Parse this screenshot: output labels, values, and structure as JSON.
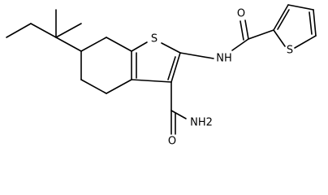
{
  "molecule": {
    "atom_labels": {
      "ring_sulfur": "S",
      "thiophene_sulfur": "S",
      "amide_nitrogen": "NH",
      "amide_oxygen": "O",
      "carboxamide_oxygen": "O",
      "carboxamide_nitrogen": "NH2"
    }
  }
}
